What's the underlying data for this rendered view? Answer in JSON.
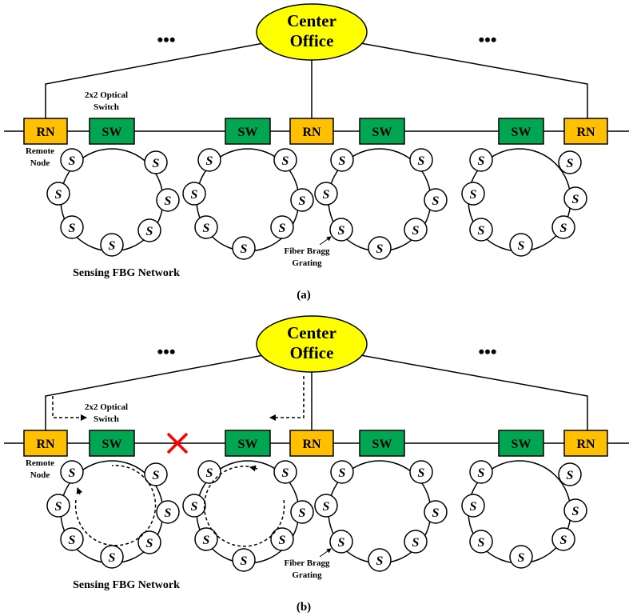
{
  "panel_a": {
    "center_office": [
      "Center",
      "Office"
    ],
    "ellipsis_left": "•••",
    "ellipsis_right": "•••",
    "rn_label": "RN",
    "sw_label": "SW",
    "switch_label": [
      "2x2 Optical",
      "Switch"
    ],
    "remote_node_label": [
      "Remote",
      "Node"
    ],
    "fbg_label": [
      "Fiber Bragg",
      "Grating"
    ],
    "network_label": "Sensing FBG Network",
    "sensor_label": "S",
    "caption": "(a)"
  },
  "panel_b": {
    "center_office": [
      "Center",
      "Office"
    ],
    "ellipsis_left": "•••",
    "ellipsis_right": "•••",
    "rn_label": "RN",
    "sw_label": "SW",
    "switch_label": [
      "2x2 Optical",
      "Switch"
    ],
    "remote_node_label": [
      "Remote",
      "Node"
    ],
    "fbg_label": [
      "Fiber Bragg",
      "Grating"
    ],
    "network_label": "Sensing FBG Network",
    "sensor_label": "S",
    "caption": "(b)",
    "break_mark": "fiber-break-x"
  },
  "colors": {
    "center_office": "#ffff00",
    "remote_node": "#ffc000",
    "optical_switch": "#00a651",
    "break_mark": "#ff0000",
    "line": "#000000"
  }
}
